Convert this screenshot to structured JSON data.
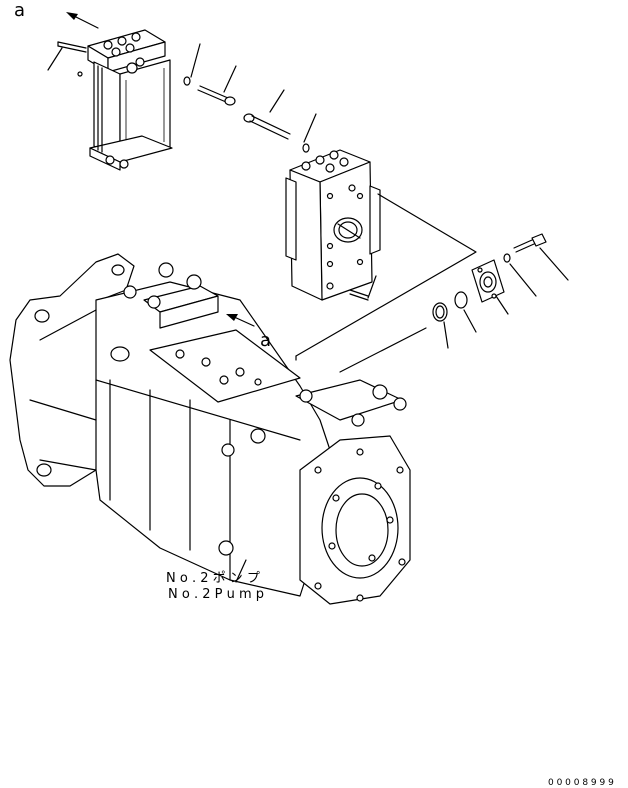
{
  "labels": {
    "ref_top": "a",
    "ref_mid": "a",
    "pump_jp": "N o . 2 ポ ン プ",
    "pump_en": "N o . 2  P u m p",
    "drawing_no": "0 0 0 0 8 9 9 9"
  }
}
